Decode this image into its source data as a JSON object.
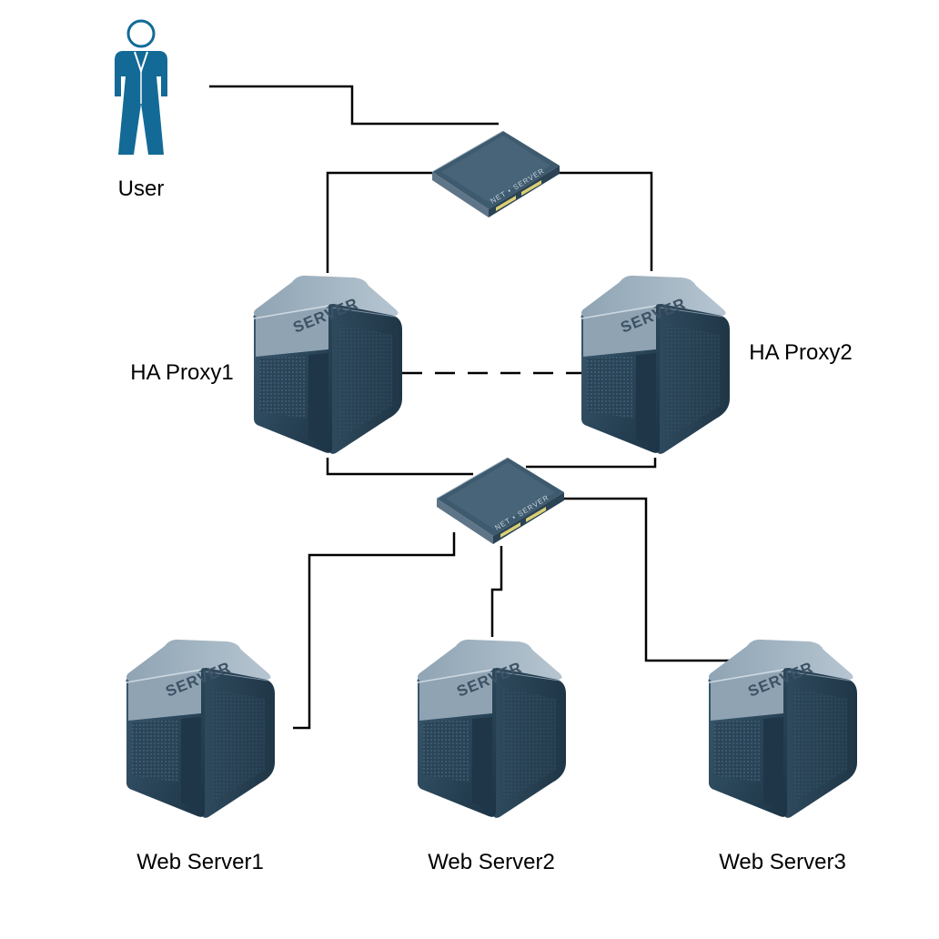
{
  "labels": {
    "user": "User",
    "proxy1": "HA Proxy1",
    "proxy2": "HA Proxy2",
    "web1": "Web Server1",
    "web2": "Web Server2",
    "web3": "Web Server3"
  },
  "device_text": {
    "server": "SERVER",
    "switch": "NET • SERVER"
  },
  "colors": {
    "user_icon": "#136a96",
    "server_dark": "#2b4659",
    "server_light": "#9eb1c0",
    "line": "#000000"
  },
  "icons": {
    "user": "person-icon",
    "server": "server-icon",
    "switch": "network-switch-icon"
  }
}
